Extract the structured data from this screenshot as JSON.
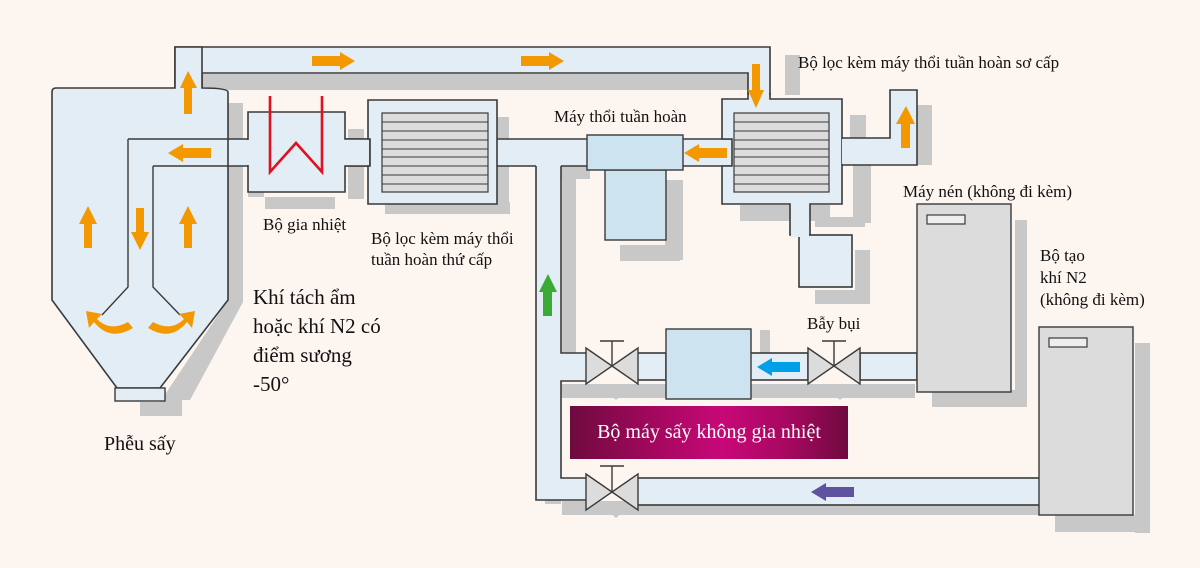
{
  "title": "Sơ đồ hệ thống máy sấy khí tuần hoàn",
  "colors": {
    "background": "#fdf5f0",
    "pipe_fill": "#e2edf5",
    "equipment_fill": "#cde3f0",
    "shadow": "#c8c8c8",
    "filter_fill": "#dcdcdc",
    "heater_coil": "#e0101e",
    "arrow_orange": "#f39800",
    "arrow_green": "#3aaa35",
    "arrow_blue": "#00a0e9",
    "arrow_purple": "#5f52a0",
    "banner_magenta": "#c80878"
  },
  "labels": {
    "hopper": "Phễu sấy",
    "heater": "Bộ gia nhiệt",
    "secondary_filter_line1": "Bộ lọc kèm máy thổi",
    "secondary_filter_line2": "tuần hoàn thứ cấp",
    "blower": "Máy thổi tuần hoàn",
    "primary_filter": "Bộ lọc kèm máy thổi tuần hoàn sơ cấp",
    "compressor": "Máy nén (không đi kèm)",
    "n2_generator_line1": "Bộ tạo",
    "n2_generator_line2": "khí N2",
    "n2_generator_line3": "(không đi kèm)",
    "dust_trap": "Bẫy bụi",
    "gas_note_line1": "Khí tách ẩm",
    "gas_note_line2": "hoặc khí N2 có",
    "gas_note_line3": "điểm sương",
    "gas_note_line4": "-50°",
    "dryer_unit": "Bộ máy sấy không gia nhiệt"
  }
}
